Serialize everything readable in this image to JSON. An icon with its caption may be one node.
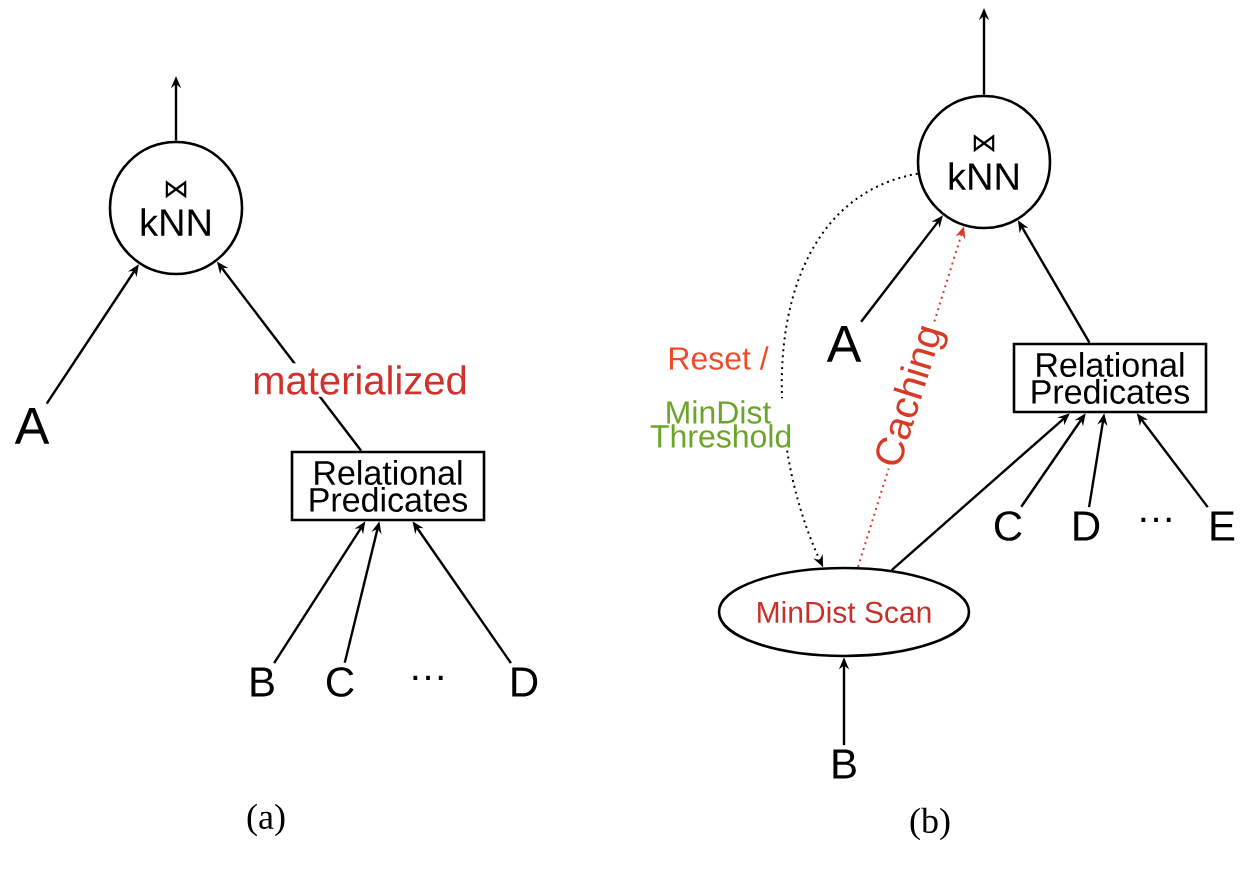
{
  "diagram": {
    "nodes": [
      {
        "text": [
          "⋈",
          "kNN"
        ]
      },
      {
        "text": [
          "A"
        ]
      },
      {
        "text": [
          "Relational Predicates"
        ]
      },
      {
        "text": [
          "B"
        ]
      },
      {
        "text": [
          "C"
        ]
      },
      {
        "text": [
          "D"
        ]
      },
      {
        "text": [
          "⋈",
          "kNN"
        ]
      },
      {
        "text": [
          "A"
        ]
      },
      {
        "text": [
          "Relational Predicates"
        ]
      },
      {
        "text": [
          "C"
        ]
      },
      {
        "text": [
          "D"
        ]
      },
      {
        "text": [
          "E"
        ]
      },
      {
        "text": [
          "MinDist Scan"
        ]
      },
      {
        "text": [
          "B"
        ]
      }
    ],
    "edges": [
      {
        "from": 0,
        "to": null,
        "arrow": "to"
      },
      {
        "from": 1,
        "to": 0,
        "arrow": "to"
      },
      {
        "from": 2,
        "to": 0,
        "arrow": "to",
        "label": "materialized"
      },
      {
        "from": 3,
        "to": 2,
        "arrow": "to"
      },
      {
        "from": 4,
        "to": 2,
        "arrow": "to"
      },
      {
        "from": 5,
        "to": 2,
        "arrow": "to"
      },
      {
        "from": 6,
        "to": null,
        "arrow": "to"
      },
      {
        "from": 7,
        "to": 6,
        "arrow": "to"
      },
      {
        "from": 8,
        "to": 6,
        "arrow": "to"
      },
      {
        "from": 12,
        "to": 6,
        "arrow": "to",
        "label": "Caching",
        "style": "dashed",
        "color": "#d93a26"
      },
      {
        "from": 12,
        "to": 8,
        "arrow": "to"
      },
      {
        "from": 9,
        "to": 8,
        "arrow": "to"
      },
      {
        "from": 10,
        "to": 8,
        "arrow": "to"
      },
      {
        "from": 11,
        "to": 8,
        "arrow": "to"
      },
      {
        "from": 13,
        "to": 12,
        "arrow": "to"
      },
      {
        "from": 6,
        "to": 12,
        "arrow": "to",
        "style": "dashed"
      }
    ],
    "labels": [
      "…",
      "(a)",
      "Reset /",
      "MinDist Threshold",
      "…",
      "(b)"
    ]
  }
}
